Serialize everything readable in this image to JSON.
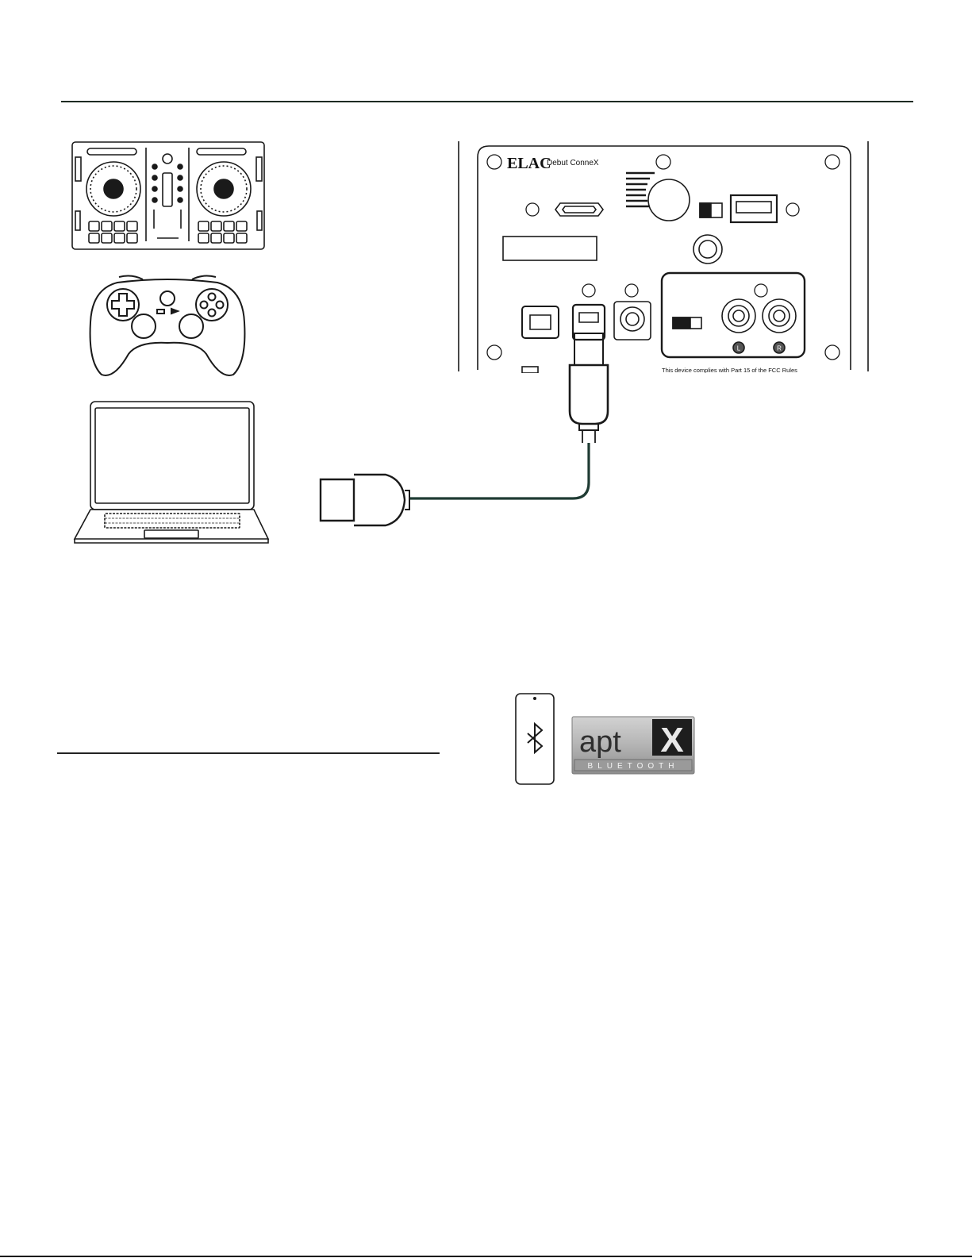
{
  "panel": {
    "brand": "ELAC",
    "model": "Debut ConneX",
    "channel_left": "L",
    "channel_right": "R",
    "fcc_note": "This device complies with Part 15 of the FCC Rules"
  },
  "aptx_logo": {
    "wordmark": "apt",
    "mark": "X",
    "subtitle": "BLUETOOTH"
  },
  "colors": {
    "rule": "#1e2b22",
    "cable": "#1f3b33",
    "line_art": "#1a1a1a"
  },
  "icons": {
    "source_1": "dj-controller-icon",
    "source_2": "gamepad-icon",
    "source_3": "laptop-icon",
    "cable": "usb-cable-icon",
    "phone": "smartphone-icon",
    "bluetooth": "bluetooth-icon"
  }
}
